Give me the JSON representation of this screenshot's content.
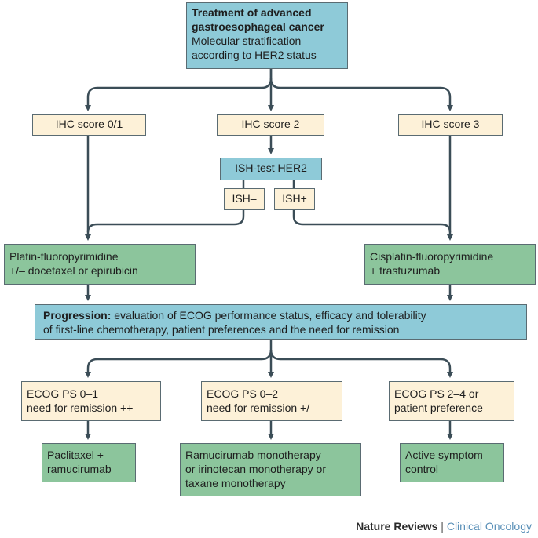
{
  "title_box": {
    "title_line1": "Treatment of advanced",
    "title_line2": "gastroesophageal cancer",
    "sub_line1": "Molecular stratification",
    "sub_line2": "according to HER2 status"
  },
  "ihc": {
    "score01": "IHC score 0/1",
    "score2": "IHC score 2",
    "score3": "IHC score 3"
  },
  "ish": {
    "test": "ISH-test HER2",
    "neg": "ISH–",
    "pos": "ISH+"
  },
  "first_line": {
    "left_line1": "Platin-fluoropyrimidine",
    "left_line2": "+/– docetaxel or epirubicin",
    "right_line1": "Cisplatin-fluoropyrimidine",
    "right_line2": "+ trastuzumab"
  },
  "progression": {
    "label": "Progression:",
    "line1_rest": " evaluation of ECOG performance status, efficacy and tolerability",
    "line2": "of first-line chemotherapy, patient preferences and the need for remission"
  },
  "ecog": {
    "left_line1": "ECOG PS 0–1",
    "left_line2": "need for remission ++",
    "mid_line1": "ECOG PS 0–2",
    "mid_line2": "need for remission +/–",
    "right_line1": "ECOG PS 2–4 or",
    "right_line2": "patient preference"
  },
  "second_line": {
    "left_line1": "Paclitaxel +",
    "left_line2": "ramucirumab",
    "mid_line1": "Ramucirumab monotherapy",
    "mid_line2": "or irinotecan monotherapy or",
    "mid_line3": "taxane monotherapy",
    "right_line1": "Active symptom",
    "right_line2": "control"
  },
  "footer": {
    "brand": "Nature Reviews",
    "separator": " | ",
    "journal": "Clinical Oncology"
  },
  "colors": {
    "blue_box": "#8ecad8",
    "green_box": "#8cc59c",
    "cream_box": "#fdf1d8",
    "connector": "#3b4d57"
  }
}
